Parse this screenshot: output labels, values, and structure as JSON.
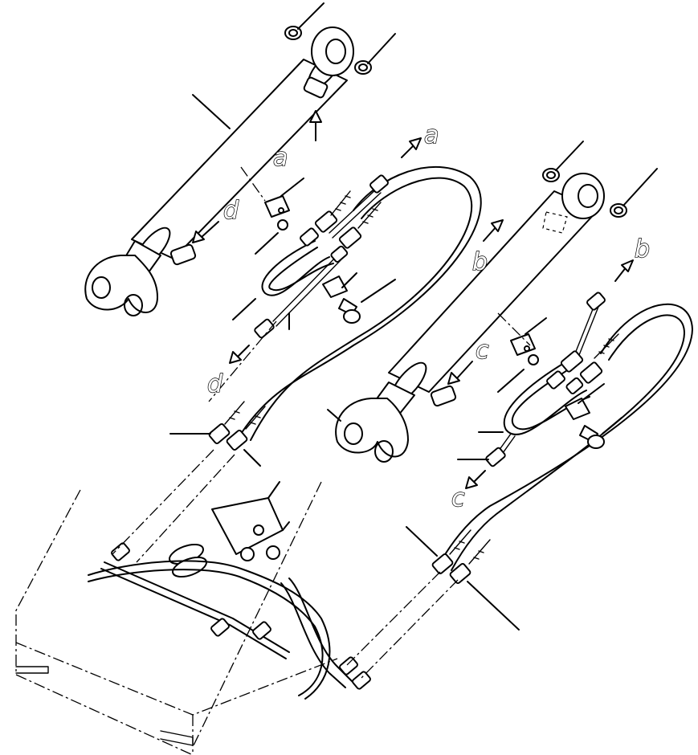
{
  "callouts": {
    "a": "a",
    "b": "b",
    "c": "c",
    "d": "d"
  },
  "colors": {
    "line": "#000000",
    "background": "#ffffff"
  }
}
